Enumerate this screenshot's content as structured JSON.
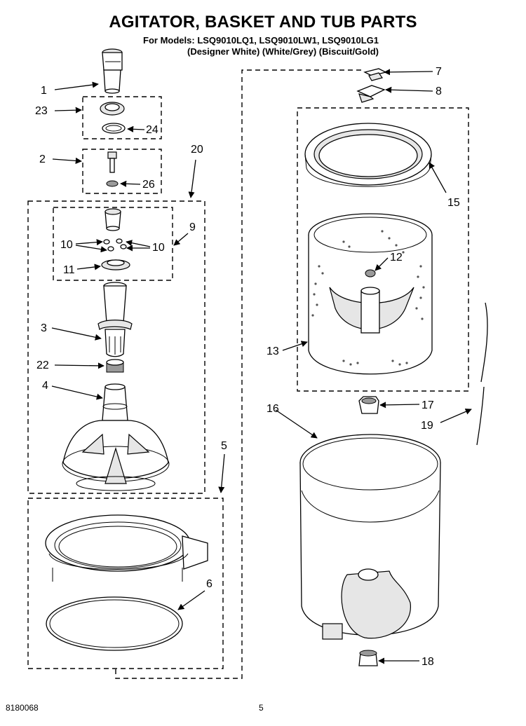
{
  "page": {
    "title": "AGITATOR, BASKET AND TUB PARTS",
    "models_line": "For Models: LSQ9010LQ1, LSQ9010LW1, LSQ9010LG1",
    "colors_line": "(Designer White) (White/Grey) (Biscuit/Gold)",
    "doc_number": "8180068",
    "page_number": "5"
  },
  "callouts": [
    "1",
    "23",
    "24",
    "2",
    "26",
    "20",
    "9",
    "10",
    "10",
    "11",
    "3",
    "22",
    "4",
    "5",
    "6",
    "7",
    "8",
    "15",
    "12",
    "13",
    "16",
    "17",
    "19",
    "18"
  ]
}
